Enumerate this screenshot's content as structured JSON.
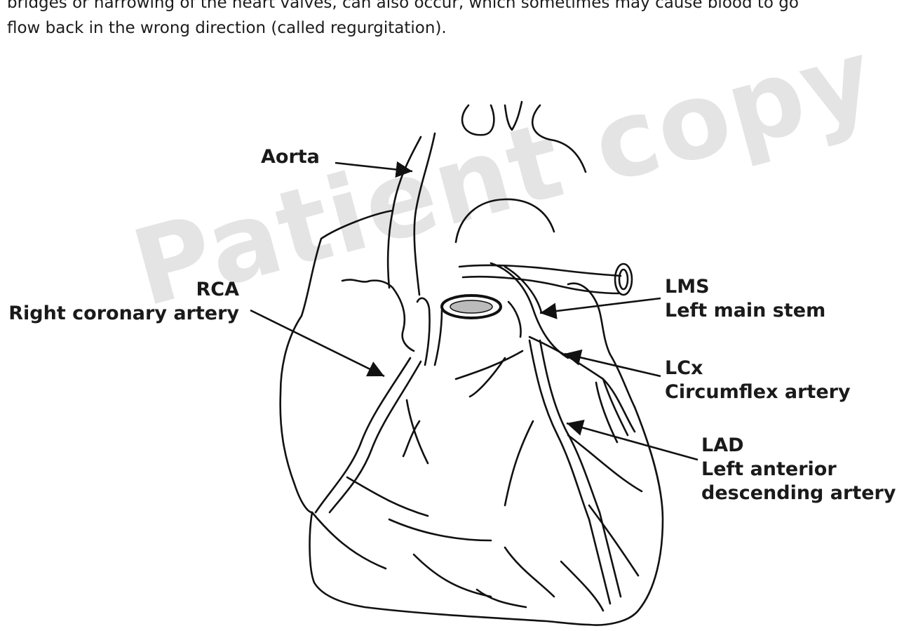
{
  "page": {
    "text_lines": [
      "bridges or narrowing of the heart valves, can also occur, which sometimes may cause blood to go",
      "flow back in the wrong direction (called regurgitation)."
    ]
  },
  "watermark": {
    "text": "Patient copy"
  },
  "labels": {
    "aorta": "Aorta",
    "rca_abbr": "RCA",
    "rca_full": "Right coronary artery",
    "lms_abbr": "LMS",
    "lms_full": "Left main stem",
    "lcx_abbr": "LCx",
    "lcx_full": "Circumflex artery",
    "lad_abbr": "LAD",
    "lad_full_1": "Left anterior",
    "lad_full_2": "descending artery"
  },
  "colors": {
    "line": "#111111",
    "watermark": "#e4e4e4"
  }
}
